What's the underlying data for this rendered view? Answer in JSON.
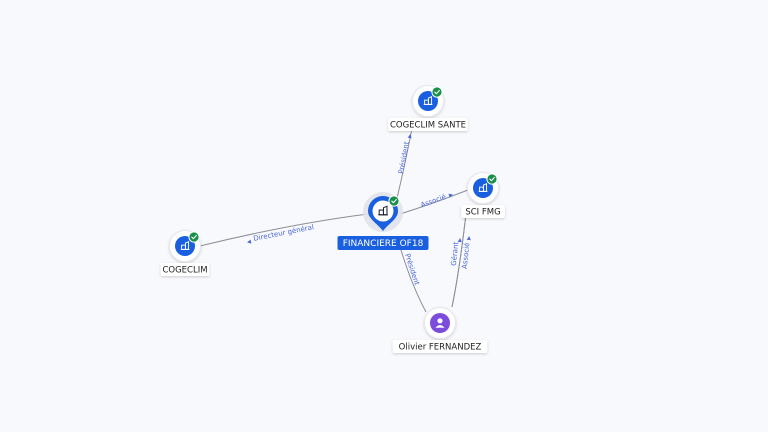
{
  "colors": {
    "company": "#1a5fe0",
    "person": "#7c4ddb",
    "verified": "#1a8f4a",
    "selected": "#1a5fe0",
    "edge_label": "#4a67d6"
  },
  "icons": {
    "company": "building-icon",
    "person": "person-icon",
    "verified": "check-badge-icon"
  },
  "nodes": [
    {
      "id": "financiere",
      "label": "FINANCIERE OF18",
      "kind": "company",
      "verified": true,
      "selected": true
    },
    {
      "id": "cogeclim_sante",
      "label": "COGECLIM SANTE",
      "kind": "company",
      "verified": true
    },
    {
      "id": "sci_fmg",
      "label": "SCI FMG",
      "kind": "company",
      "verified": true
    },
    {
      "id": "cogeclim",
      "label": "COGECLIM",
      "kind": "company",
      "verified": true
    },
    {
      "id": "olivier",
      "label": "Olivier FERNANDEZ",
      "kind": "person",
      "verified": false
    }
  ],
  "edges": [
    {
      "id": "e1",
      "from": "financiere",
      "to": "cogeclim_sante",
      "label": "Président"
    },
    {
      "id": "e2",
      "from": "financiere",
      "to": "sci_fmg",
      "label": "Associé"
    },
    {
      "id": "e3",
      "from": "financiere",
      "to": "cogeclim",
      "label": "Directeur général"
    },
    {
      "id": "e4",
      "from": "olivier",
      "to": "financiere",
      "label": "Président"
    },
    {
      "id": "e5",
      "from": "olivier",
      "to": "sci_fmg",
      "label": "Gérant"
    },
    {
      "id": "e6",
      "from": "olivier",
      "to": "sci_fmg",
      "label": "Associé"
    }
  ]
}
